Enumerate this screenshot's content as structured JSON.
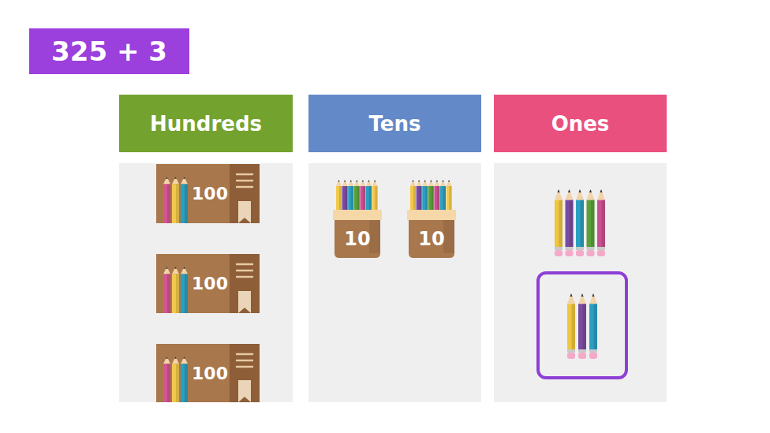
{
  "diagram": {
    "title": "325 + 3",
    "nodes": [
      {
        "text": [
          "Hundreds"
        ]
      },
      {
        "text": [
          "Tens"
        ]
      },
      {
        "text": [
          "Ones"
        ]
      },
      {
        "text": [
          "100"
        ]
      },
      {
        "text": [
          "100"
        ]
      },
      {
        "text": [
          "100"
        ]
      },
      {
        "text": [
          "10"
        ]
      },
      {
        "text": [
          "10"
        ]
      }
    ]
  }
}
